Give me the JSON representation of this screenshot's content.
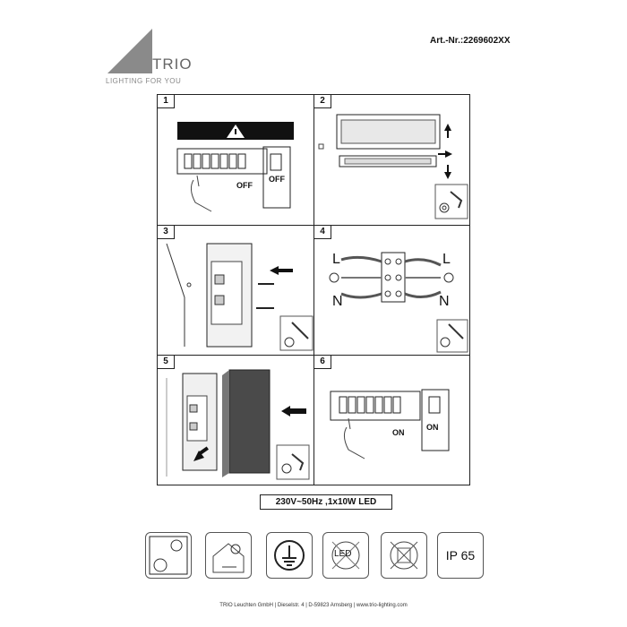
{
  "header": {
    "brand": "TRIO",
    "tagline": "LIGHTING FOR YOU",
    "article_number": "Art.-Nr.:2269602XX"
  },
  "panels": [
    {
      "number": "1",
      "labels": [
        "OFF",
        "OFF"
      ]
    },
    {
      "number": "2"
    },
    {
      "number": "3"
    },
    {
      "number": "4",
      "wire_labels": [
        "L",
        "L",
        "N",
        "N"
      ]
    },
    {
      "number": "5"
    },
    {
      "number": "6",
      "labels": [
        "ON",
        "ON"
      ]
    }
  ],
  "spec": "230V~50Hz ,1x10W LED",
  "symbols": {
    "ip_rating": "IP 65",
    "led_label": "LED"
  },
  "footer": "TRIO Leuchten GmbH | Dieselstr. 4 | D-59823 Arnsberg | www.trio-lighting.com"
}
